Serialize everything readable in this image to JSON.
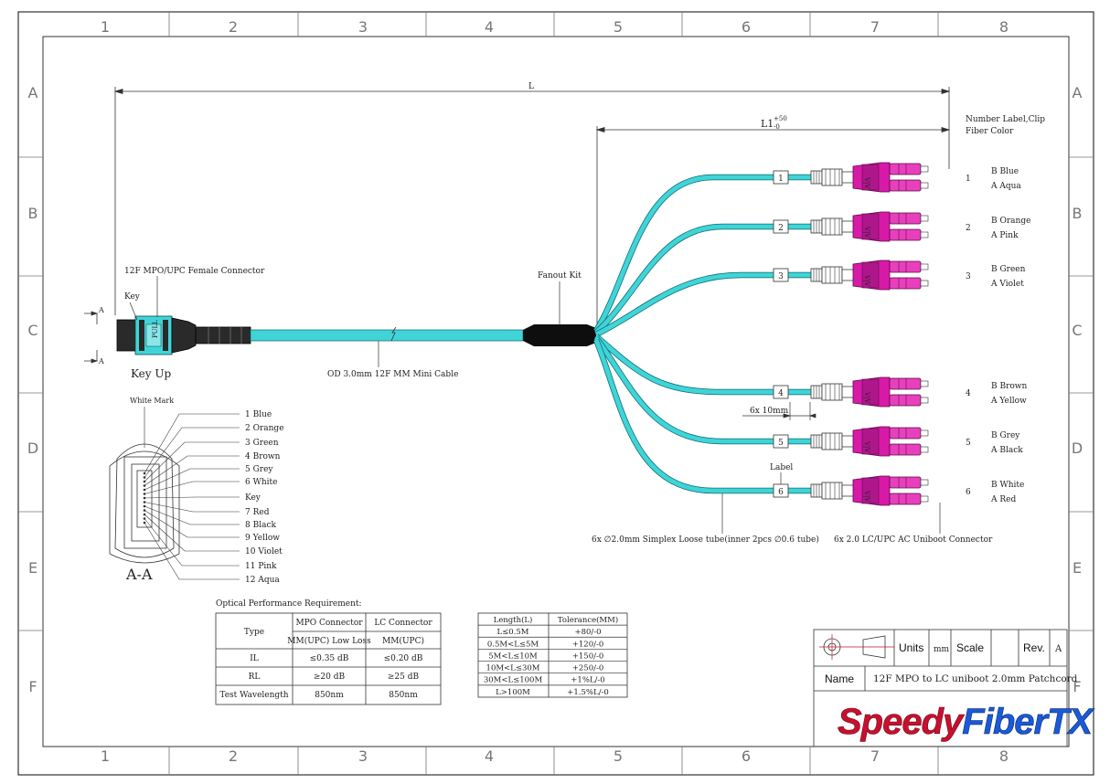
{
  "grid": {
    "cols": [
      "1",
      "2",
      "3",
      "4",
      "5",
      "6",
      "7",
      "8"
    ],
    "rows": [
      "A",
      "B",
      "C",
      "D",
      "E",
      "F"
    ]
  },
  "dims": {
    "L": "L",
    "L1": "L1",
    "L1_sup": "+50",
    "L1_sub": "-0",
    "tube_len": "6x 10mm"
  },
  "labels": {
    "number_label": "Number Label,Clip",
    "fiber_color": "Fiber Color",
    "mpo_connector": "12F MPO/UPC Female Connector",
    "key": "Key",
    "pull": "PULL",
    "key_up": "Key Up",
    "section_marker": "A",
    "cable": "OD 3.0mm 12F MM Mini Cable",
    "fanout": "Fanout Kit",
    "label": "Label",
    "tube": "6x ∅2.0mm Simplex Loose tube(inner 2pcs ∅0.6 tube)",
    "lc": "6x 2.0 LC/UPC AC Uniboot Connector",
    "white_mark": "White Mark",
    "aa": "A-A"
  },
  "legs": [
    {
      "n": "1",
      "b": "B  Blue",
      "a": "A  Aqua"
    },
    {
      "n": "2",
      "b": "B  Orange",
      "a": "A  Pink"
    },
    {
      "n": "3",
      "b": "B  Green",
      "a": "A  Violet"
    },
    {
      "n": "4",
      "b": "B  Brown",
      "a": "A  Yellow"
    },
    {
      "n": "5",
      "b": "B  Grey",
      "a": "A  Black"
    },
    {
      "n": "6",
      "b": "B  White",
      "a": "A  Red"
    }
  ],
  "fibers": [
    "1 Blue",
    "2 Orange",
    "3 Green",
    "4 Brown",
    "5 Grey",
    "6 White",
    "Key",
    "7 Red",
    "8 Black",
    "9 Yellow",
    "10 Violet",
    "11 Pink",
    "12 Aqua"
  ],
  "optical": {
    "title": "Optical Performance Requirement:",
    "h_type": "Type",
    "h_mpo": "MPO Connector",
    "h_lc": "LC Connector",
    "sub_mpo": "MM(UPC)  Low Loss",
    "sub_lc": "MM(UPC)",
    "rows": [
      {
        "k": "IL",
        "mpo": "≤0.35 dB",
        "lc": "≤0.20 dB"
      },
      {
        "k": "RL",
        "mpo": "≥20 dB",
        "lc": "≥25 dB"
      },
      {
        "k": "Test Wavelength",
        "mpo": "850nm",
        "lc": "850nm"
      }
    ]
  },
  "tolerance": {
    "h_len": "Length(L)",
    "h_tol": "Tolerance(MM)",
    "rows": [
      {
        "l": "L≤0.5M",
        "t": "+80/-0"
      },
      {
        "l": "0.5M<L≤5M",
        "t": "+120/-0"
      },
      {
        "l": "5M<L≤10M",
        "t": "+150/-0"
      },
      {
        "l": "10M<L≤30M",
        "t": "+250/-0"
      },
      {
        "l": "30M<L≤100M",
        "t": "+1%L/-0"
      },
      {
        "l": "L>100M",
        "t": "+1.5%L/-0"
      }
    ]
  },
  "titleblock": {
    "units": "Units",
    "mm": "mm",
    "scale": "Scale",
    "rev": "Rev.",
    "rev_val": "A",
    "name": "Name",
    "name_val": "12F MPO to LC uniboot 2.0mm Patchcord",
    "logo_a": "Speedy",
    "logo_b": "FiberTX"
  },
  "colors": {
    "cable": "#40d4d8",
    "boot": "#d81aa8",
    "red": "#c8102e",
    "blue": "#1a5ad8"
  }
}
